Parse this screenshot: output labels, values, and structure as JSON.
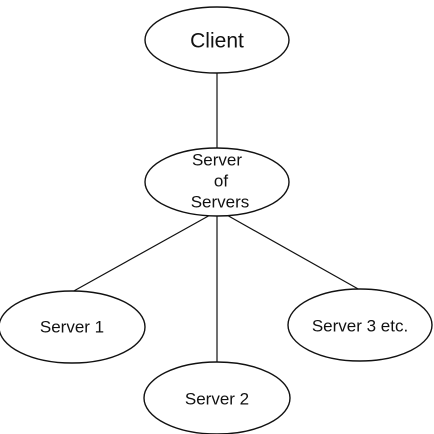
{
  "diagram": {
    "nodes": {
      "client": {
        "label": "Client"
      },
      "server_of_servers": {
        "label_lines": [
          "Server",
          "of",
          "Servers"
        ]
      },
      "server1": {
        "label": "Server 1"
      },
      "server2": {
        "label": "Server 2"
      },
      "server3": {
        "label": "Server 3 etc."
      }
    },
    "edges": [
      {
        "from": "client",
        "to": "server_of_servers"
      },
      {
        "from": "server_of_servers",
        "to": "server1"
      },
      {
        "from": "server_of_servers",
        "to": "server2"
      },
      {
        "from": "server_of_servers",
        "to": "server3"
      }
    ]
  }
}
